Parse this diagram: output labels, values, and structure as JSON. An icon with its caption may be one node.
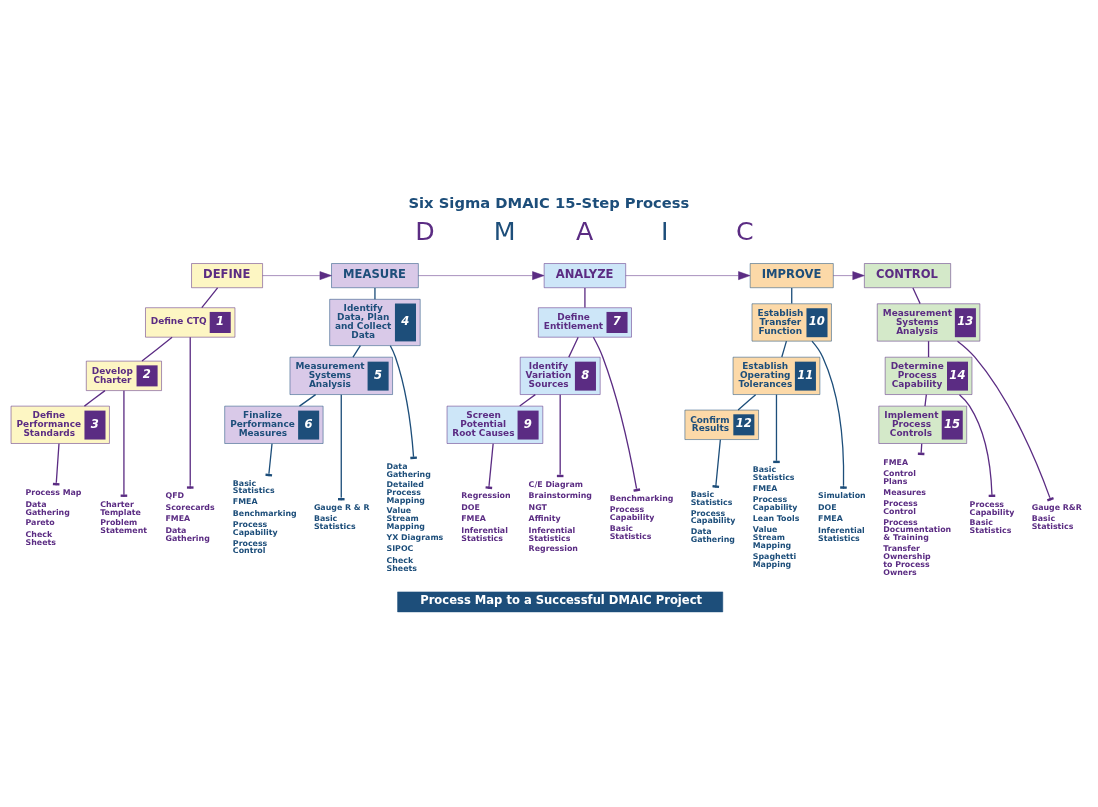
{
  "diagram": {
    "title": "Six Sigma DMAIC 15-Step Process",
    "caption": "Process Map to a Successful DMAIC Project",
    "nodes": [
      {
        "text": [
          "DEFINE"
        ]
      },
      {
        "text": [
          "MEASURE"
        ]
      },
      {
        "text": [
          "ANALYZE"
        ]
      },
      {
        "text": [
          "IMPROVE"
        ]
      },
      {
        "text": [
          "CONTROL"
        ]
      },
      {
        "text": [
          "Define CTQ",
          "1"
        ]
      },
      {
        "text": [
          "Develop Charter",
          "2"
        ]
      },
      {
        "text": [
          "Define Performance Standards",
          "3"
        ]
      },
      {
        "text": [
          "Identify Data, Plan and Collect Data",
          "4"
        ]
      },
      {
        "text": [
          "Measurement Systems Analysis",
          "5"
        ]
      },
      {
        "text": [
          "Finalize Performance Measures",
          "6"
        ]
      },
      {
        "text": [
          "Define Entitlement",
          "7"
        ]
      },
      {
        "text": [
          "Identify Variation Sources",
          "8"
        ]
      },
      {
        "text": [
          "Screen Potential Root Causes",
          "9"
        ]
      },
      {
        "text": [
          "Establish Transfer Function",
          "10"
        ]
      },
      {
        "text": [
          "Establish Operating Tolerances",
          "11"
        ]
      },
      {
        "text": [
          "Confirm Results",
          "12"
        ]
      },
      {
        "text": [
          "Measurement Systems Analysis",
          "13"
        ]
      },
      {
        "text": [
          "Determine Process Capability",
          "14"
        ]
      },
      {
        "text": [
          "Implement Process Controls",
          "15"
        ]
      },
      {
        "text": [
          "QFD",
          "Scorecards",
          "FMEA",
          "Data Gathering"
        ]
      },
      {
        "text": [
          "Charter Template",
          "Problem Statement"
        ]
      },
      {
        "text": [
          "Process Map",
          "Data Gathering",
          "Pareto",
          "Check Sheets"
        ]
      },
      {
        "text": [
          "Data Gathering",
          "Detailed Process Mapping",
          "Value Stream Mapping",
          "YX Diagrams",
          "SIPOC",
          "Check Sheets"
        ]
      },
      {
        "text": [
          "Gauge R & R",
          "Basic Statistics"
        ]
      },
      {
        "text": [
          "Basic Statistics",
          "FMEA",
          "Benchmarking",
          "Process Capability",
          "Process Control"
        ]
      },
      {
        "text": [
          "Benchmarking",
          "Process Capability",
          "Basic Statistics"
        ]
      },
      {
        "text": [
          "C/E Diagram",
          "Brainstorming",
          "NGT",
          "Affinity",
          "Inferential Statistics",
          "Regression"
        ]
      },
      {
        "text": [
          "Regression",
          "DOE",
          "FMEA",
          "Inferential Statistics"
        ]
      },
      {
        "text": [
          "Simulation",
          "DOE",
          "FMEA",
          "Inferential Statistics"
        ]
      },
      {
        "text": [
          "Basic Statistics",
          "FMEA",
          "Process Capability",
          "Lean Tools",
          "Value Stream Mapping",
          "Spaghetti Mapping"
        ]
      },
      {
        "text": [
          "Basic Statistics",
          "Process Capability",
          "Data Gathering"
        ]
      },
      {
        "text": [
          "Gauge R&R",
          "Basic Statistics"
        ]
      },
      {
        "text": [
          "Process Capability",
          "Basic Statistics"
        ]
      },
      {
        "text": [
          "FMEA",
          "Control Plans",
          "Measures",
          "Process Control",
          "Process Documentation & Training",
          "Transfer Ownership to Process Owners"
        ]
      }
    ],
    "edges": [
      {
        "from": 0,
        "to": 1,
        "arrow": "to"
      },
      {
        "from": 1,
        "to": 2,
        "arrow": "to"
      },
      {
        "from": 2,
        "to": 3,
        "arrow": "to"
      },
      {
        "from": 3,
        "to": 4,
        "arrow": "to"
      },
      {
        "from": 0,
        "to": 5,
        "arrow": "none"
      },
      {
        "from": 5,
        "to": 6,
        "arrow": "none"
      },
      {
        "from": 6,
        "to": 7,
        "arrow": "none"
      },
      {
        "from": 1,
        "to": 8,
        "arrow": "none",
        "color": "#1d4e7a"
      },
      {
        "from": 8,
        "to": 9,
        "arrow": "none",
        "color": "#1d4e7a"
      },
      {
        "from": 9,
        "to": 10,
        "arrow": "none",
        "color": "#1d4e7a"
      },
      {
        "from": 2,
        "to": 11,
        "arrow": "none"
      },
      {
        "from": 11,
        "to": 12,
        "arrow": "none"
      },
      {
        "from": 12,
        "to": 13,
        "arrow": "none"
      },
      {
        "from": 3,
        "to": 14,
        "arrow": "none",
        "color": "#1d4e7a"
      },
      {
        "from": 14,
        "to": 15,
        "arrow": "none",
        "color": "#1d4e7a"
      },
      {
        "from": 15,
        "to": 16,
        "arrow": "none",
        "color": "#1d4e7a"
      },
      {
        "from": 4,
        "to": 17,
        "arrow": "none"
      },
      {
        "from": 17,
        "to": 18,
        "arrow": "none"
      },
      {
        "from": 18,
        "to": 19,
        "arrow": "none"
      },
      {
        "from": 5,
        "to": 20,
        "arrow": "other"
      },
      {
        "from": 6,
        "to": 21,
        "arrow": "other"
      },
      {
        "from": 7,
        "to": 22,
        "arrow": "other"
      },
      {
        "from": 8,
        "to": 23,
        "arrow": "other",
        "color": "#1d4e7a"
      },
      {
        "from": 9,
        "to": 24,
        "arrow": "other",
        "color": "#1d4e7a"
      },
      {
        "from": 10,
        "to": 25,
        "arrow": "other",
        "color": "#1d4e7a"
      },
      {
        "from": 11,
        "to": 26,
        "arrow": "other"
      },
      {
        "from": 12,
        "to": 27,
        "arrow": "other"
      },
      {
        "from": 13,
        "to": 28,
        "arrow": "other"
      },
      {
        "from": 14,
        "to": 29,
        "arrow": "other",
        "color": "#1d4e7a"
      },
      {
        "from": 15,
        "to": 30,
        "arrow": "other",
        "color": "#1d4e7a"
      },
      {
        "from": 16,
        "to": 31,
        "arrow": "other",
        "color": "#1d4e7a"
      },
      {
        "from": 17,
        "to": 32,
        "arrow": "other"
      },
      {
        "from": 18,
        "to": 33,
        "arrow": "other"
      },
      {
        "from": 19,
        "to": 34,
        "arrow": "other"
      }
    ],
    "labels": [
      "D",
      "M",
      "A",
      "I",
      "C"
    ]
  }
}
